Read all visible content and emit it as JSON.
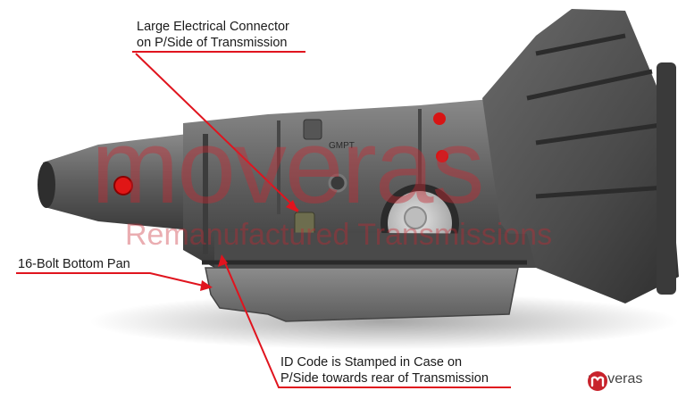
{
  "image": {
    "subject": "4L60E automatic transmission with annotated callouts",
    "case_stamp": "GMPT"
  },
  "annotations": [
    {
      "id": "electrical-connector",
      "lines": [
        "Large Electrical Connector",
        "on P/Side of Transmission"
      ]
    },
    {
      "id": "bottom-pan",
      "lines": [
        "16-Bolt Bottom Pan"
      ]
    },
    {
      "id": "id-code",
      "lines": [
        "ID Code is Stamped in Case on",
        "P/Side towards rear of Transmission"
      ]
    }
  ],
  "watermark": {
    "brand": "moveras",
    "tagline": "Remanufactured Transmissions"
  },
  "logo": {
    "text": "moveras",
    "color": "#c8232c"
  },
  "colors": {
    "annotation_line": "#e0141e",
    "watermark": "#c8282f",
    "casting": "#5a5a5a"
  }
}
